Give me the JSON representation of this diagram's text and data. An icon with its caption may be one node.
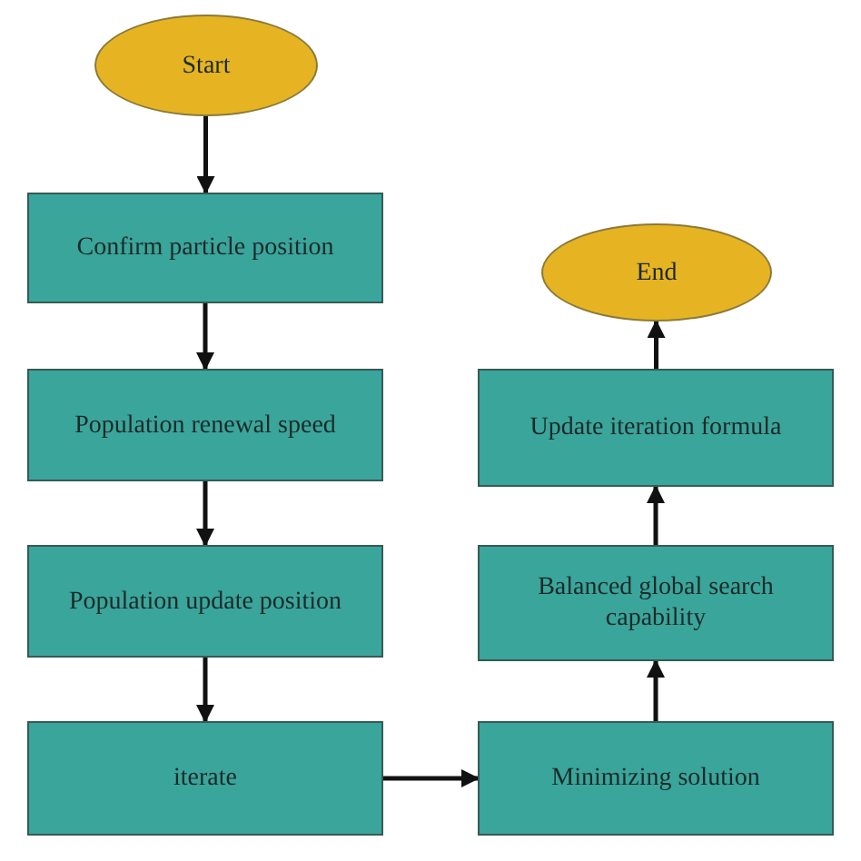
{
  "diagram": {
    "nodes": [
      {
        "text": [
          "Start"
        ]
      },
      {
        "text": [
          "Confirm particle position"
        ]
      },
      {
        "text": [
          "Population renewal speed"
        ]
      },
      {
        "text": [
          "Population update position"
        ]
      },
      {
        "text": [
          "iterate"
        ]
      },
      {
        "text": [
          "Minimizing solution"
        ]
      },
      {
        "text": [
          "Balanced global search capability"
        ]
      },
      {
        "text": [
          "Update iteration formula"
        ]
      },
      {
        "text": [
          "End"
        ]
      }
    ],
    "edges": [
      {
        "from": 0,
        "to": 1,
        "arrow": "to"
      },
      {
        "from": 1,
        "to": 2,
        "arrow": "to"
      },
      {
        "from": 2,
        "to": 3,
        "arrow": "to"
      },
      {
        "from": 3,
        "to": 4,
        "arrow": "to"
      },
      {
        "from": 4,
        "to": 5,
        "arrow": "to"
      },
      {
        "from": 5,
        "to": 6,
        "arrow": "to"
      },
      {
        "from": 6,
        "to": 7,
        "arrow": "to"
      },
      {
        "from": 7,
        "to": 8,
        "arrow": "to"
      }
    ]
  }
}
